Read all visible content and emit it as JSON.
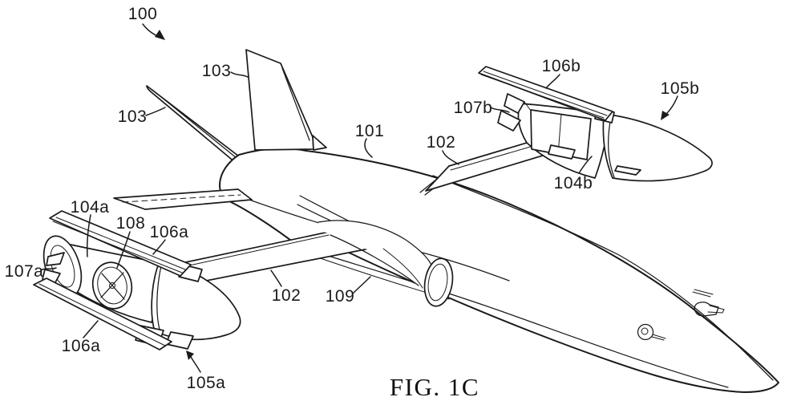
{
  "figure": {
    "caption": "FIG. 1C",
    "colors": {
      "ink": "#1a1a1a",
      "background": "#ffffff"
    },
    "refs": {
      "aircraft_assembly": "100",
      "fuselage": "101",
      "wing_right": "102",
      "wing_left": "102",
      "tail_fin_right": "103",
      "tail_fin_left": "103",
      "pod_left": "104a",
      "pod_right": "104b",
      "nacelle_left": "105a",
      "nacelle_right": "105b",
      "blade_left_upper": "106a",
      "blade_left_lower": "106a",
      "blade_right": "106b",
      "prop_left": "107a",
      "prop_right": "107b",
      "rotor_opening": "108",
      "duct": "109"
    }
  }
}
